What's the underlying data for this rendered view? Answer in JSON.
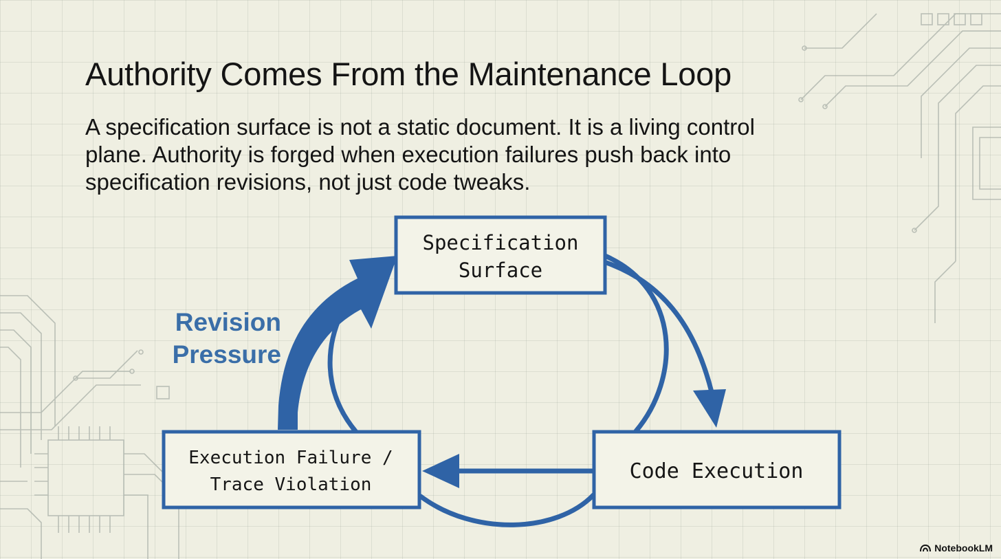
{
  "slide": {
    "title": "Authority Comes From the Maintenance Loop",
    "body_lines": [
      "A specification surface is not a static document. It is a living control",
      "plane. Authority is forged when execution failures push back into",
      "specification revisions, not just code tweaks."
    ]
  },
  "diagram": {
    "nodes": {
      "spec": {
        "line1": "Specification",
        "line2": "Surface"
      },
      "code": {
        "line1": "Code Execution"
      },
      "failure": {
        "line1": "Execution Failure /",
        "line2": "Trace Violation"
      }
    },
    "revision_label": {
      "line1": "Revision",
      "line2": "Pressure"
    },
    "colors": {
      "accent": "#2f63a6",
      "label": "#3a6ea8"
    }
  },
  "brand": {
    "name": "NotebookLM",
    "icon": "notebooklm-logo-icon"
  }
}
